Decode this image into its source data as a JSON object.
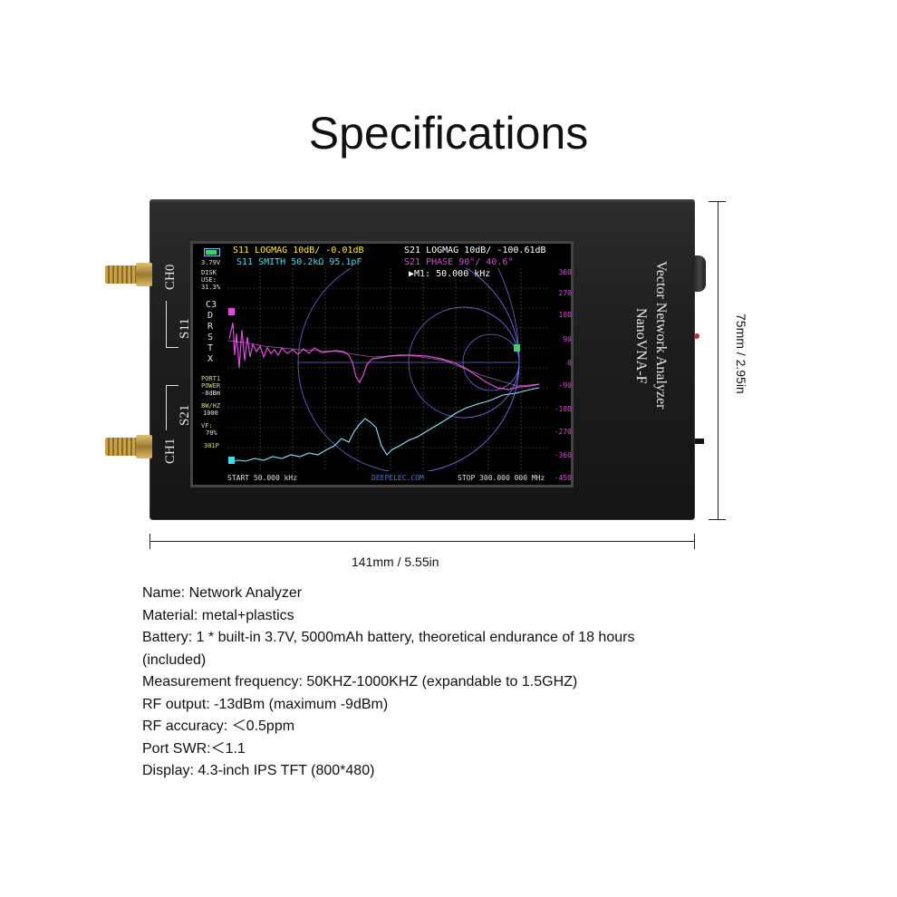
{
  "title": "Specifications",
  "device": {
    "ports": {
      "ch0": "CH0",
      "s11": "S11",
      "ch1": "CH1",
      "s21": "S21"
    },
    "brand_line1": "NanoVNA-F",
    "brand_line2": "Vector Network Analyzer",
    "screen": {
      "battery_voltage": "3.79V",
      "disk_label": "DISK",
      "disk_use_label": "USE:",
      "disk_use_value": "31.3%",
      "menu_letters": [
        "C3",
        "D",
        "R",
        "S",
        "T",
        "X"
      ],
      "port_label": "PORT1",
      "power_label": "POWER",
      "power_value": "-8dBm",
      "bw_label": "BW/HZ",
      "bw_value": "1000",
      "vf_label": "VF:",
      "vf_value": "70%",
      "points_value": "301P",
      "trace1": "S11 LOGMAG 10dB/ -0.01dB",
      "trace2": "S11 SMITH 50.2kΩ 95.1pF",
      "trace3": "S21 LOGMAG 10dB/ -100.61dB",
      "trace4": "S21 PHASE 90°/ 40.6°",
      "marker": "▶M1: 50.000 kHz",
      "right_scale": [
        "360",
        "270",
        "180",
        "90",
        "0",
        "-90",
        "-180",
        "-270",
        "-360",
        "-450"
      ],
      "start": "START 50.000 kHz",
      "watermark": "DEEPELEC.COM",
      "stop": "STOP 300.000 000 MHz"
    }
  },
  "dimensions": {
    "width": "141mm / 5.55in",
    "height": "75mm / 2.95in"
  },
  "specs": [
    "Name: Network Analyzer",
    "Material: metal+plastics",
    "Battery: 1 * built-in 3.7V, 5000mAh battery, theoretical endurance of 18 hours",
    "(included)",
    "Measurement frequency: 50KHZ-1000KHZ (expandable to 1.5GHZ)",
    "RF output: -13dBm (maximum -9dBm)",
    "RF accuracy: ＜0.5ppm",
    "Port SWR:＜1.1",
    "Display: 4.3-inch IPS TFT (800*480)"
  ]
}
